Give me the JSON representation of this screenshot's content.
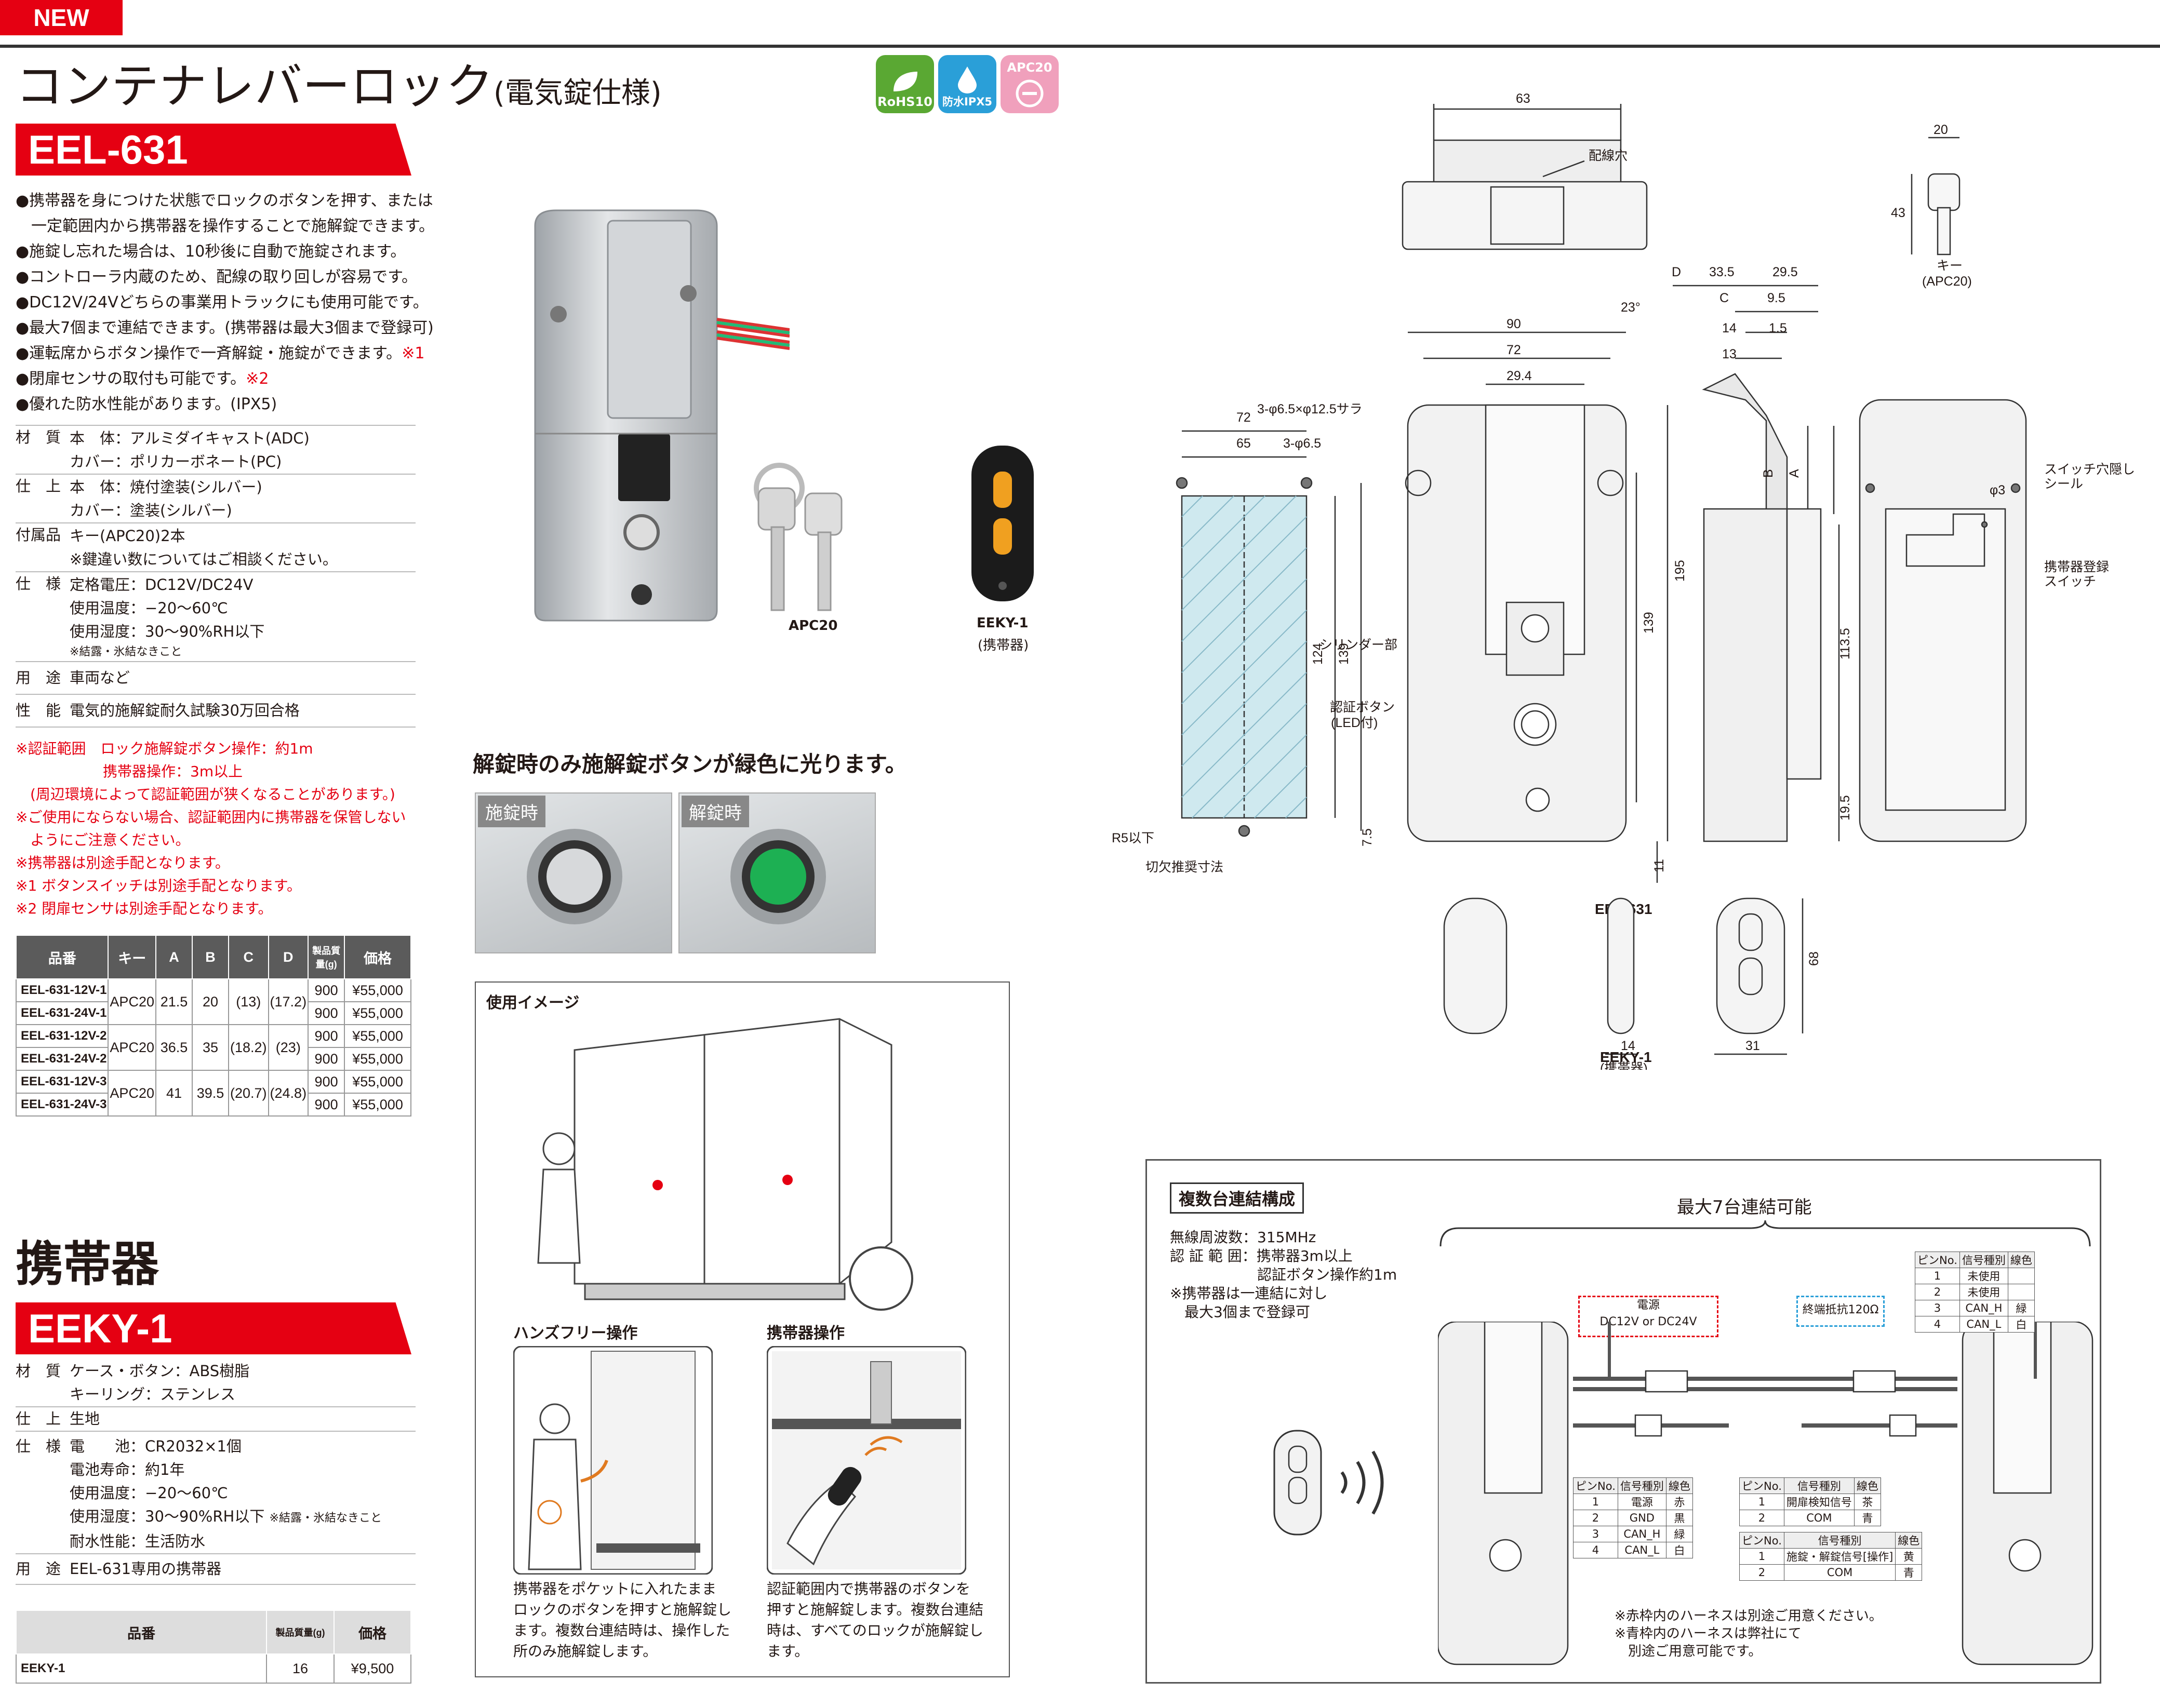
{
  "new_tag": "NEW",
  "title": {
    "main": "コンテナレバーロック",
    "sub": "(電気錠仕様)"
  },
  "product1": {
    "code": "EEL-631",
    "features": [
      "●携帯器を身につけた状態でロックのボタンを押す、または",
      "　一定範囲内から携帯器を操作することで施解錠できます。",
      "●施錠し忘れた場合は、10秒後に自動で施錠されます。",
      "●コントローラ内蔵のため、配線の取り回しが容易です。",
      "●DC12V/24Vどちらの事業用トラックにも使用可能です。",
      "●最大7個まで連結できます。(携帯器は最大3個まで登録可)",
      "●運転席からボタン操作で一斉解錠・施錠ができます。",
      "●閉扉センサの取付も可能です。",
      "●優れた防水性能があります。(IPX5)"
    ],
    "feature_marks": [
      "※1",
      "※2"
    ],
    "specs": [
      {
        "label": "材　質",
        "values": [
          "本　体：アルミダイキャスト(ADC)",
          "カバー：ポリカーボネート(PC)"
        ]
      },
      {
        "label": "仕　上",
        "values": [
          "本　体：焼付塗装(シルバー)",
          "カバー：塗装(シルバー)"
        ]
      },
      {
        "label": "付属品",
        "values": [
          "キー(APC20)2本",
          "※鍵違い数についてはご相談ください。"
        ]
      },
      {
        "label": "仕　様",
        "values": [
          "定格電圧：DC12V/DC24V",
          "使用温度：−20〜60℃",
          "使用湿度：30〜90%RH以下"
        ],
        "small": "※結露・氷結なきこと"
      },
      {
        "label": "用　途",
        "values": [
          "車両など"
        ]
      },
      {
        "label": "性　能",
        "values": [
          "電気的施解錠耐久試験30万回合格"
        ]
      }
    ],
    "notes": [
      "※認証範囲　ロック施解錠ボタン操作：約1m",
      "　　　　　　携帯器操作：3m以上",
      "　(周辺環境によって認証範囲が狭くなることがあります。)",
      "※ご使用にならない場合、認証範囲内に携帯器を保管しない",
      "　ようにご注意ください。",
      "※携帯器は別途手配となります。",
      "※1 ボタンスイッチは別途手配となります。",
      "※2 閉扉センサは別途手配となります。"
    ],
    "table": {
      "headers": [
        "品番",
        "キー",
        "A",
        "B",
        "C",
        "D",
        "製品質量(g)",
        "価格"
      ],
      "groups": [
        {
          "key": "APC20",
          "A": "21.5",
          "B": "20",
          "C": "(13)",
          "D": "(17.2)",
          "rows": [
            {
              "pn": "EEL-631-12V-1",
              "mass": "900",
              "price": "¥55,000"
            },
            {
              "pn": "EEL-631-24V-1",
              "mass": "900",
              "price": "¥55,000"
            }
          ]
        },
        {
          "key": "APC20",
          "A": "36.5",
          "B": "35",
          "C": "(18.2)",
          "D": "(23)",
          "rows": [
            {
              "pn": "EEL-631-12V-2",
              "mass": "900",
              "price": "¥55,000"
            },
            {
              "pn": "EEL-631-24V-2",
              "mass": "900",
              "price": "¥55,000"
            }
          ]
        },
        {
          "key": "APC20",
          "A": "41",
          "B": "39.5",
          "C": "(20.7)",
          "D": "(24.8)",
          "rows": [
            {
              "pn": "EEL-631-12V-3",
              "mass": "900",
              "price": "¥55,000"
            },
            {
              "pn": "EEL-631-24V-3",
              "mass": "900",
              "price": "¥55,000"
            }
          ]
        }
      ]
    }
  },
  "badges": [
    {
      "label": "RoHS10",
      "color": "#5aa833"
    },
    {
      "label": "防水IPX5",
      "color": "#2a9fd8"
    },
    {
      "label": "APC20",
      "color": "#f0a0bc"
    }
  ],
  "photo_labels": {
    "key": "APC20",
    "remote": "EEKY-1",
    "remote_sub": "(携帯器)"
  },
  "button_hint": {
    "title": "解錠時のみ施解錠ボタンが緑色に光ります。",
    "locked": "施錠時",
    "unlocked": "解錠時"
  },
  "usage": {
    "title": "使用イメージ",
    "handsfree": "ハンズフリー操作",
    "remote": "携帯器操作",
    "handsfree_desc": [
      "携帯器をポケットに入れたまま",
      "ロックのボタンを押すと施解錠し",
      "ます。複数台連結時は、操作した",
      "所のみ施解錠します。"
    ],
    "remote_desc": [
      "認証範囲内で携帯器のボタンを",
      "押すと施解錠します。複数台連結",
      "時は、すべてのロックが施解錠し",
      "ます。"
    ]
  },
  "drawing": {
    "top_view": {
      "w": "63",
      "hole": "配線穴"
    },
    "key": {
      "w": "20",
      "h": "43",
      "label": "キー",
      "sub": "(APC20)"
    },
    "cutout": {
      "w1": "72",
      "w2": "65",
      "hole": "3-φ6.5",
      "h1": "124",
      "h2": "139",
      "r": "R5以下",
      "b": "7.5",
      "caption": "切欠推奨寸法"
    },
    "front": {
      "w1": "90",
      "w2": "72",
      "w3": "29.4",
      "holes": "3-φ6.5×φ12.5サラ",
      "cyl": "シリンダー部",
      "btn": "認証ボタン",
      "btn2": "(LED付)",
      "h1": "139",
      "h2": "195",
      "h3": "11"
    },
    "side": {
      "D": "D",
      "d1": "33.5",
      "d2": "29.5",
      "C": "C",
      "c1": "9.5",
      "s1": "14",
      "s2": "1.5",
      "s3": "13",
      "ang": "23°",
      "B": "B",
      "A": "A",
      "h1": "113.5",
      "h2": "19.5"
    },
    "back": {
      "l1": "スイッチ穴隠し",
      "l1b": "シール",
      "d": "φ3",
      "l2": "携帯器登録",
      "l2b": "スイッチ"
    },
    "name": "EEL-631",
    "remote": {
      "h": "68",
      "w1": "14",
      "w2": "31",
      "name": "EEKY-1",
      "sub": "(携帯器)"
    }
  },
  "product2": {
    "title": "携帯器",
    "code": "EEKY-1",
    "specs": [
      {
        "label": "材　質",
        "values": [
          "ケース・ボタン：ABS樹脂",
          "キーリング：ステンレス"
        ]
      },
      {
        "label": "仕　上",
        "values": [
          "生地"
        ]
      },
      {
        "label": "仕　様",
        "values": [
          "電　　池：CR2032×1個",
          "電池寿命：約1年",
          "使用温度：−20〜60℃",
          "使用湿度：30〜90%RH以下",
          "耐水性能：生活防水"
        ],
        "small": "※結露・氷結なきこと"
      },
      {
        "label": "用　途",
        "values": [
          "EEL-631専用の携帯器"
        ]
      }
    ],
    "table": {
      "headers": [
        "品番",
        "製品質量(g)",
        "価格"
      ],
      "rows": [
        {
          "pn": "EEKY-1",
          "mass": "16",
          "price": "¥9,500"
        }
      ]
    }
  },
  "multi": {
    "title": "複数台連結構成",
    "max": "最大7台連結可能",
    "specs": [
      "無線周波数：315MHz",
      "認 証 範 囲：携帯器3m以上",
      "　　　　　　認証ボタン操作約1m",
      "※携帯器は一連結に対し",
      "　最大3個まで登録可"
    ],
    "power": [
      "電源",
      "DC12V or DC24V"
    ],
    "term": "終端抵抗120Ω",
    "t1": {
      "head": [
        "ピンNo.",
        "信号種別",
        "線色"
      ],
      "rows": [
        [
          "1",
          "未使用",
          ""
        ],
        [
          "2",
          "未使用",
          ""
        ],
        [
          "3",
          "CAN_H",
          "緑"
        ],
        [
          "4",
          "CAN_L",
          "白"
        ]
      ]
    },
    "t2": {
      "head": [
        "ピンNo.",
        "信号種別",
        "線色"
      ],
      "rows": [
        [
          "1",
          "電源",
          "赤"
        ],
        [
          "2",
          "GND",
          "黒"
        ],
        [
          "3",
          "CAN_H",
          "緑"
        ],
        [
          "4",
          "CAN_L",
          "白"
        ]
      ]
    },
    "t3": {
      "head": [
        "ピンNo.",
        "信号種別",
        "線色"
      ],
      "rows": [
        [
          "1",
          "開扉検知信号",
          "茶"
        ],
        [
          "2",
          "COM",
          "青"
        ]
      ]
    },
    "t4": {
      "head": [
        "ピンNo.",
        "信号種別",
        "線色"
      ],
      "rows": [
        [
          "1",
          "施錠・解錠信号[操作]",
          "黄"
        ],
        [
          "2",
          "COM",
          "青"
        ]
      ]
    },
    "footnotes": [
      "※赤枠内のハーネスは別途ご用意ください。",
      "※青枠内のハーネスは弊社にて",
      "　別途ご用意可能です。"
    ]
  }
}
